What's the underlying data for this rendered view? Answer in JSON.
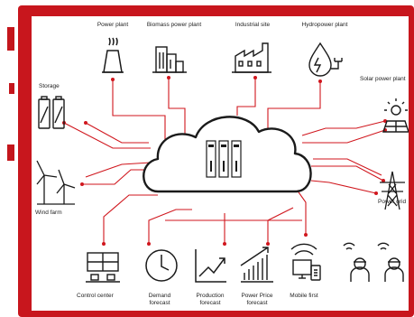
{
  "colors": {
    "frame": "#c8161d",
    "connector": "#d0161d",
    "icon_stroke": "#1a1a1a",
    "panel": "#ffffff"
  },
  "nodes": {
    "power_plant": {
      "label": "Power plant",
      "icon": "power-plant-icon"
    },
    "biomass_power_plant": {
      "label": "Biomass power plant",
      "icon": "biomass-plant-icon"
    },
    "industrial_site": {
      "label": "Industrial site",
      "icon": "factory-icon"
    },
    "hydropower_plant": {
      "label": "Hydropower plant",
      "icon": "hydropower-icon"
    },
    "storage": {
      "label": "Storage",
      "icon": "battery-icon"
    },
    "solar_power_plant": {
      "label": "Solar power plant",
      "icon": "solar-icon"
    },
    "wind_farm": {
      "label": "Wind farm",
      "icon": "wind-turbine-icon"
    },
    "power_grid": {
      "label": "Power grid",
      "icon": "power-grid-tower-icon"
    },
    "control_center": {
      "label": "Control center",
      "icon": "control-center-icon"
    },
    "demand_forecast": {
      "label": "Demand forecast",
      "icon": "clock-icon"
    },
    "production_forecast": {
      "label": "Production forecast",
      "icon": "trend-chart-icon"
    },
    "power_price_forecast": {
      "label": "Power Price forecast",
      "icon": "bar-chart-icon"
    },
    "mobile_first": {
      "label": "Mobile first",
      "icon": "mobile-devices-icon"
    },
    "field_workers": {
      "label": "",
      "icon": "workers-icon"
    },
    "cloud": {
      "label": "",
      "icon": "cloud-server-icon"
    }
  }
}
